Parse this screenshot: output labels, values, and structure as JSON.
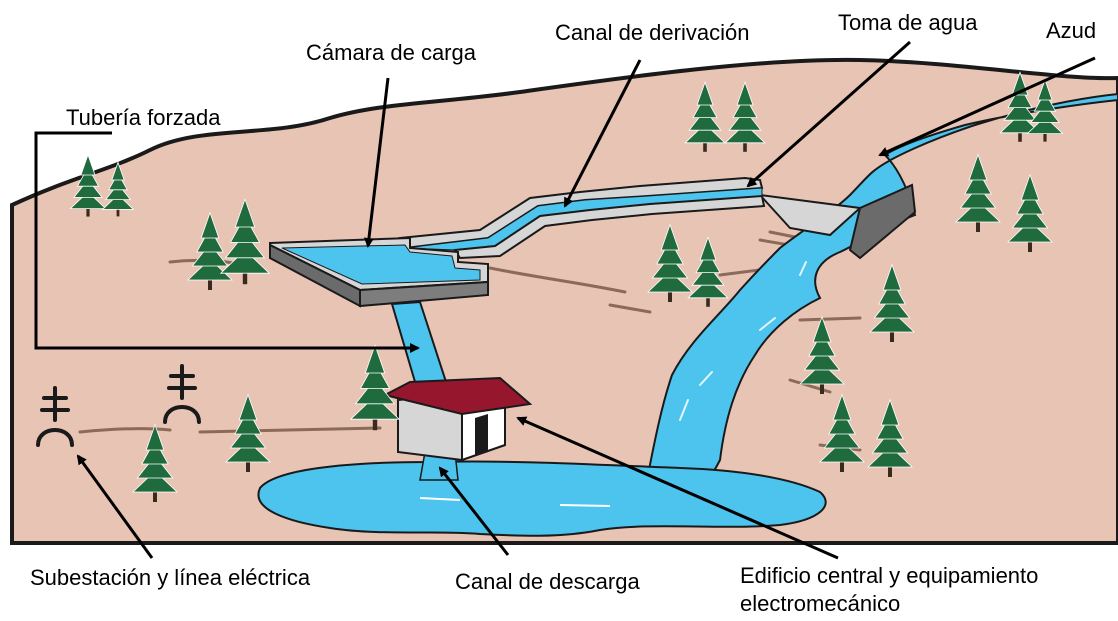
{
  "labels": {
    "camara_de_carga": "Cámara de carga",
    "canal_de_derivacion": "Canal de derivación",
    "toma_de_agua": "Toma de agua",
    "azud": "Azud",
    "tuberia_forzada": "Tubería forzada",
    "subestacion": "Subestación y línea eléctrica",
    "canal_de_descarga": "Canal de descarga",
    "edificio_line1": "Edificio central y equipamiento",
    "edificio_line2": "electromecánico"
  },
  "colors": {
    "terrain": "#e8c4b5",
    "water": "#4cc4ee",
    "roof": "#96162e",
    "concrete_light": "#d6d6d6",
    "concrete_dark": "#6b6b6b",
    "tree": "#1f6b3e",
    "outline": "#1a1a1a"
  }
}
